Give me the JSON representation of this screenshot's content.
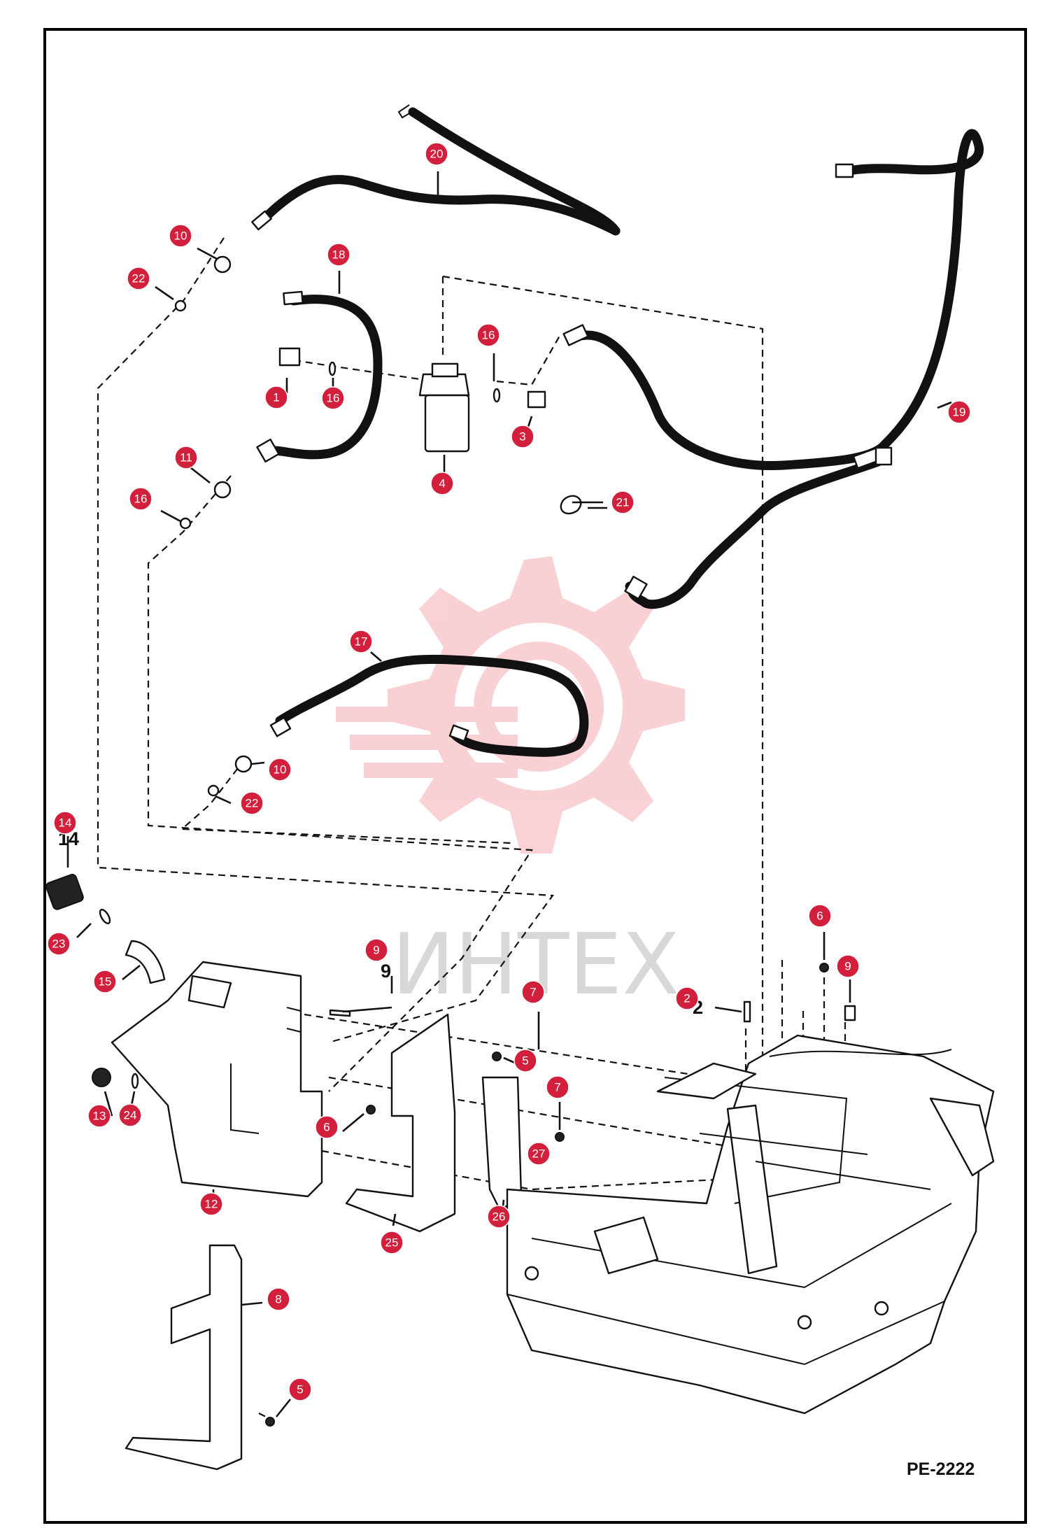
{
  "diagram_code": "PE-2222",
  "watermark_text": "ИНТЕХ",
  "accent_color": "#d21f3c",
  "callouts": [
    "1",
    "2",
    "3",
    "4",
    "5",
    "5",
    "6",
    "6",
    "7",
    "7",
    "8",
    "9",
    "9",
    "10",
    "10",
    "11",
    "12",
    "13",
    "14",
    "15",
    "16",
    "16",
    "16",
    "17",
    "18",
    "19",
    "20",
    "21",
    "22",
    "22",
    "23",
    "24",
    "25",
    "26",
    "27"
  ],
  "labels": [
    "9",
    "2",
    "14"
  ]
}
